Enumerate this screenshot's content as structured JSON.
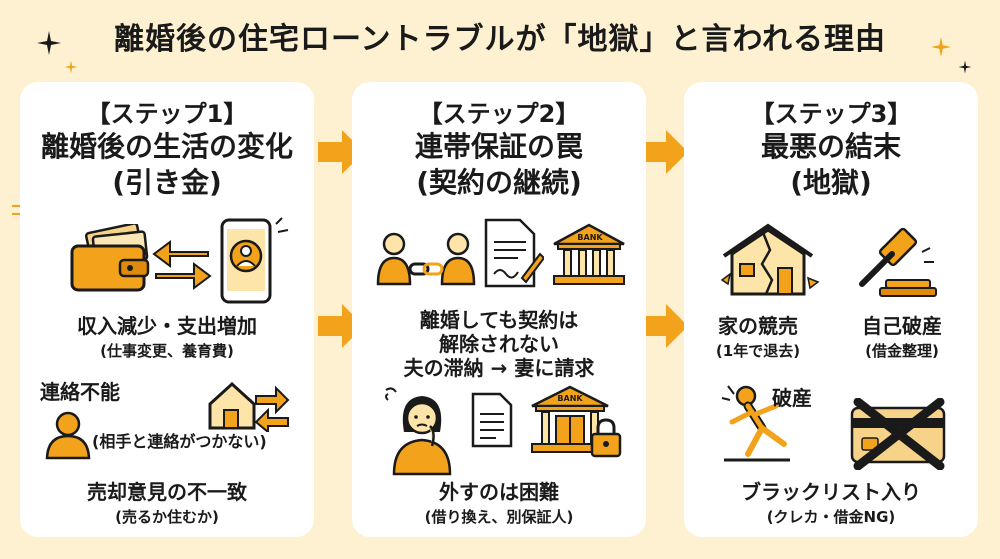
{
  "title": "離婚後の住宅ローントラブルが「地獄」と言われる理由",
  "steps": [
    {
      "step": "【ステップ1】",
      "heading": [
        "離婚後の生活の変化",
        "(引き金)"
      ],
      "item1": "収入減少・支出増加",
      "item1_note": "(仕事変更、養育費)",
      "item2": "連絡不能",
      "item2_note": "(相手と連絡がつかない)",
      "item3": "売却意見の不一致",
      "item3_note": "(売るか住むか)"
    },
    {
      "step": "【ステップ2】",
      "heading": [
        "連帯保証の罠",
        "(契約の継続)"
      ],
      "bank_label": "BANK",
      "item1_lines": [
        "離婚しても契約は",
        "解除されない",
        "夫の滞納 → 妻に請求"
      ],
      "item2": "外すのは困難",
      "item2_note": "(借り換え、別保証人)"
    },
    {
      "step": "【ステップ3】",
      "heading": [
        "最悪の結末",
        "(地獄)"
      ],
      "item1": "家の競売",
      "item1_note": "(1年で退去)",
      "item2": "自己破産",
      "item2_note": "(借金整理)",
      "item3": "破産",
      "item4": "ブラックリスト入り",
      "item4_note": "(クレカ・借金NG)"
    }
  ],
  "colors": {
    "accent": "#f2a21b",
    "dark": "#1a1a1a",
    "panel": "#ffffff",
    "background": "#fdf1d2"
  }
}
